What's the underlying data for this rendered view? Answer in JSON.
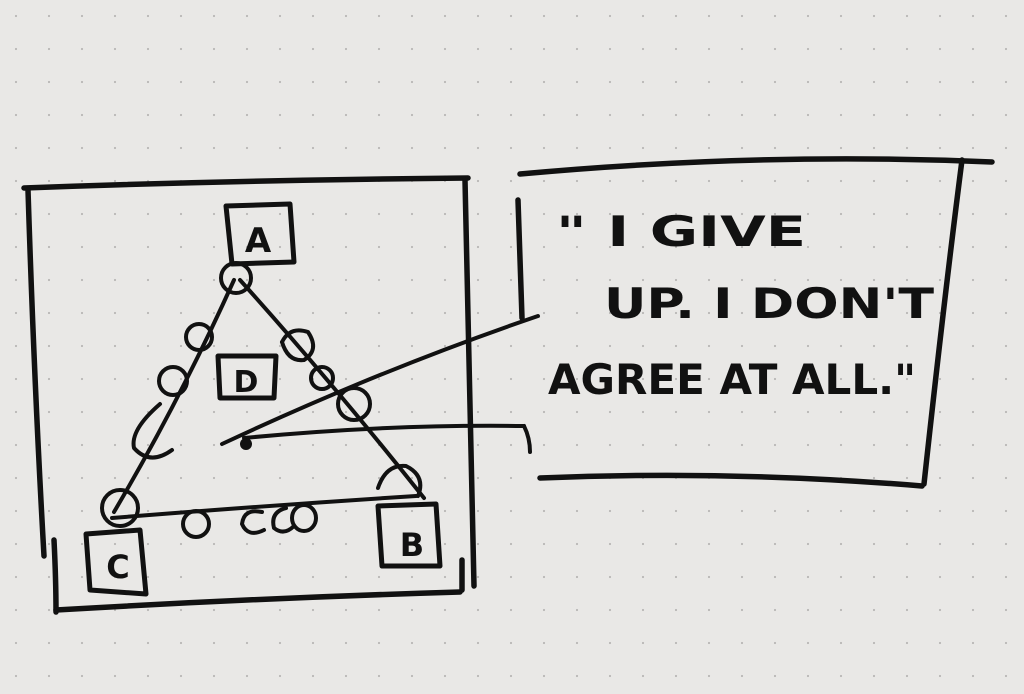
{
  "diagram": {
    "nodes": {
      "a": "A",
      "b": "B",
      "c": "C",
      "d": "D"
    },
    "quote_lines": [
      "\" I GIVE",
      "UP. I DON'T",
      "AGREE AT ALL.\""
    ]
  }
}
